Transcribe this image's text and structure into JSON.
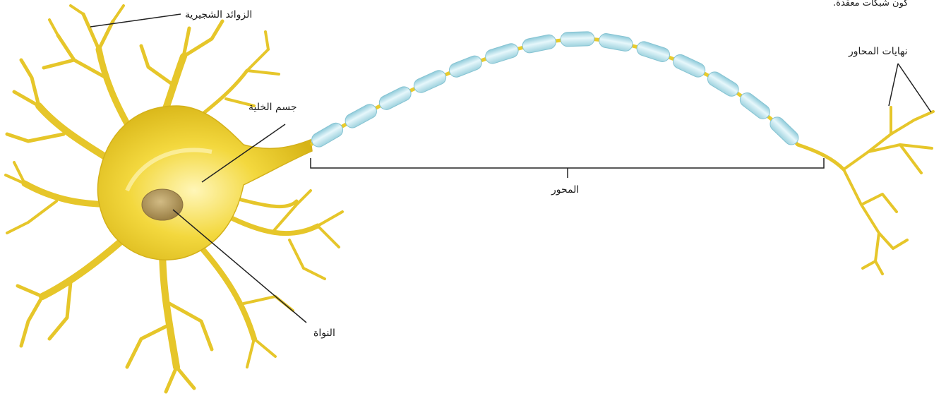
{
  "diagram": {
    "caption_fragment": "كون شبكات معقدة.",
    "labels": {
      "dendrites": "الزوائد الشجيرية",
      "cell_body": "جسم الخلية",
      "nucleus": "النواة",
      "axon": "المحور",
      "axon_terminals": "نهايات المحاور"
    },
    "colors": {
      "neuron": "#f0d43a",
      "neuron_dark": "#c9a70c",
      "neuron_light": "#fff3a6",
      "myelin": "#a9dbe6",
      "myelin_light": "#e4f6fa",
      "nucleus": "#b09660",
      "line": "#222222"
    }
  }
}
